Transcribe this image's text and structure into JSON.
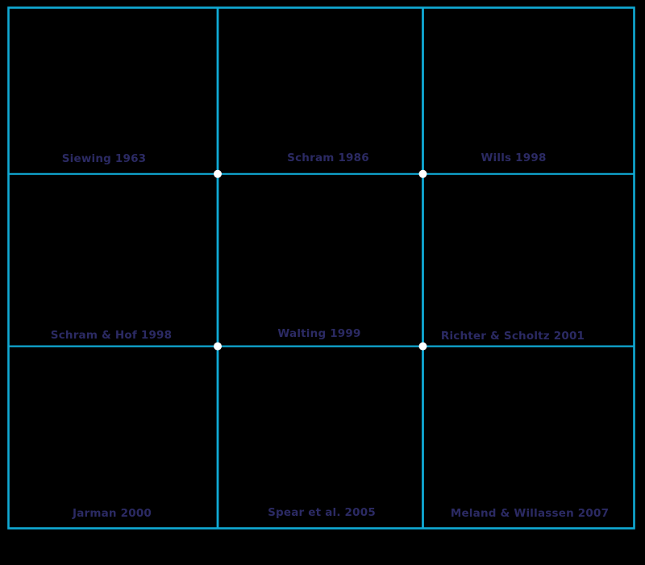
{
  "figure": {
    "panels": [
      {
        "label": "Siewing 1963"
      },
      {
        "label": "Schram 1986"
      },
      {
        "label": "Wills 1998"
      },
      {
        "label": "Schram & Hof 1998"
      },
      {
        "label": "Walting 1999"
      },
      {
        "label": "Richter & Scholtz 2001"
      },
      {
        "label": "Jarman 2000"
      },
      {
        "label": "Spear et al. 2005"
      },
      {
        "label": "Meland & Willassen 2007"
      }
    ]
  },
  "colors": {
    "background": "#000000",
    "grid_line": "#10aad5",
    "label_text": "#2b2a63",
    "node_dot": "#ffffff"
  }
}
